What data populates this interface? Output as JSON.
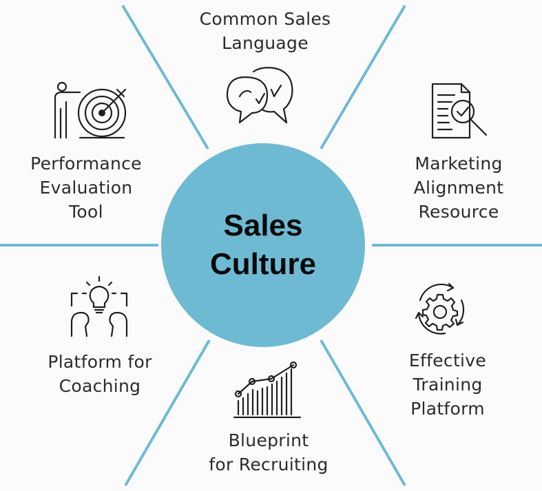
{
  "center": {
    "title": "Sales\nCulture"
  },
  "colors": {
    "accent": "#6ebad3",
    "line": "#6ebad3",
    "text": "#2b2b2b"
  },
  "segments": [
    {
      "label": "Common Sales\nLanguage",
      "icon": "speech-bubbles-icon"
    },
    {
      "label": "Marketing\nAlignment\nResource",
      "icon": "document-magnifier-check-icon"
    },
    {
      "label": "Effective\nTraining\nPlatform",
      "icon": "gear-cycle-icon"
    },
    {
      "label": "Blueprint\nfor Recruiting",
      "icon": "growth-bar-chart-icon"
    },
    {
      "label": "Platform for\nCoaching",
      "icon": "lightbulb-people-icon"
    },
    {
      "label": "Performance\nEvaluation\nTool",
      "icon": "person-target-icon"
    }
  ]
}
